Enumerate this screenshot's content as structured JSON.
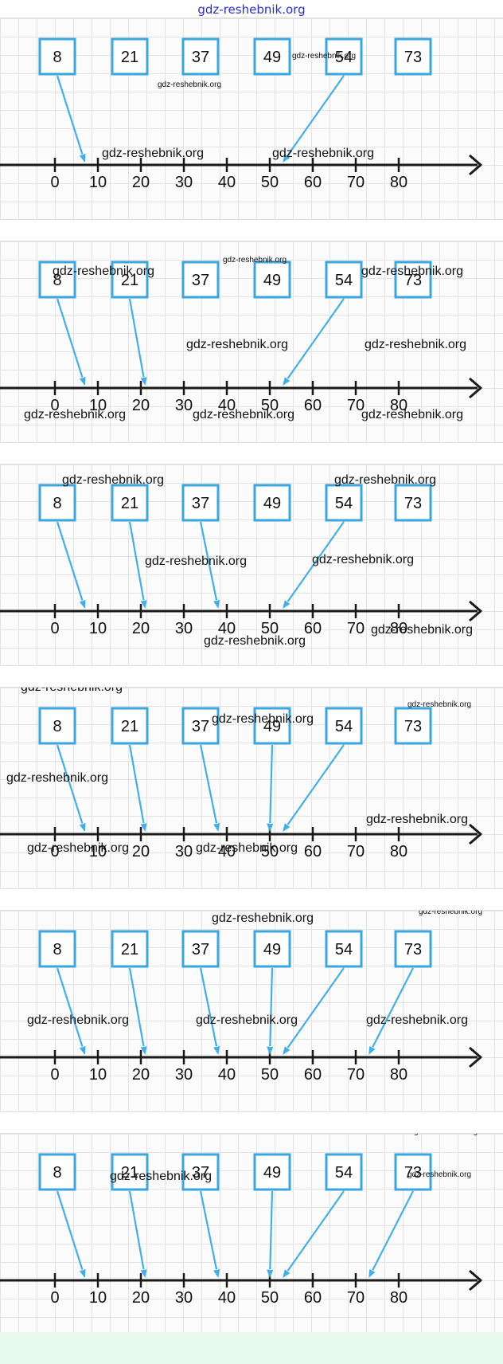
{
  "header": {
    "watermark": "gdz-reshebnik.org"
  },
  "boxes": [
    8,
    21,
    37,
    49,
    54,
    73
  ],
  "axis_ticks": [
    0,
    10,
    20,
    30,
    40,
    50,
    60,
    70,
    80
  ],
  "panels": [
    {
      "arrows": [
        {
          "value": 8,
          "target": 7
        },
        {
          "value": 54,
          "target": 53
        }
      ]
    },
    {
      "arrows": [
        {
          "value": 8,
          "target": 7
        },
        {
          "value": 21,
          "target": 21
        },
        {
          "value": 54,
          "target": 53
        }
      ]
    },
    {
      "arrows": [
        {
          "value": 8,
          "target": 7
        },
        {
          "value": 21,
          "target": 21
        },
        {
          "value": 37,
          "target": 38
        },
        {
          "value": 54,
          "target": 53
        }
      ]
    },
    {
      "arrows": [
        {
          "value": 8,
          "target": 7
        },
        {
          "value": 21,
          "target": 21
        },
        {
          "value": 37,
          "target": 38
        },
        {
          "value": 49,
          "target": 50
        },
        {
          "value": 54,
          "target": 53
        }
      ]
    },
    {
      "arrows": [
        {
          "value": 8,
          "target": 7
        },
        {
          "value": 21,
          "target": 21
        },
        {
          "value": 37,
          "target": 38
        },
        {
          "value": 49,
          "target": 50
        },
        {
          "value": 54,
          "target": 53
        },
        {
          "value": 73,
          "target": 73
        }
      ]
    },
    {
      "arrows": [
        {
          "value": 8,
          "target": 7
        },
        {
          "value": 21,
          "target": 21
        },
        {
          "value": 37,
          "target": 38
        },
        {
          "value": 49,
          "target": 50
        },
        {
          "value": 54,
          "target": 53
        },
        {
          "value": 73,
          "target": 73
        }
      ]
    }
  ],
  "watermark_text": "gdz-reshebnik.org"
}
